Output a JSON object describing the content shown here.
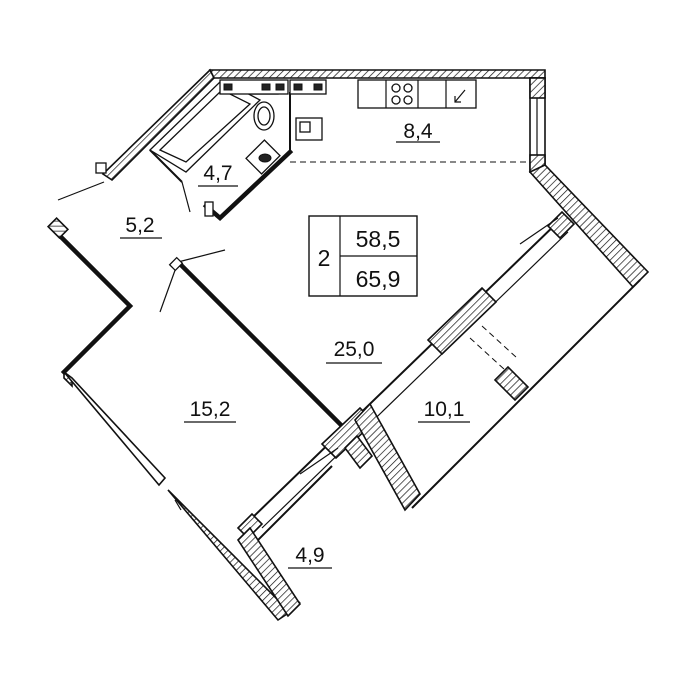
{
  "plan": {
    "rooms_count": "2",
    "living_area": "58,5",
    "total_area": "65,9",
    "rooms": [
      {
        "id": "kitchen",
        "area": "8,4"
      },
      {
        "id": "bathroom",
        "area": "4,7"
      },
      {
        "id": "hallway",
        "area": "5,2"
      },
      {
        "id": "living-room",
        "area": "25,0"
      },
      {
        "id": "bedroom",
        "area": "15,2"
      },
      {
        "id": "balcony-large",
        "area": "10,1"
      },
      {
        "id": "balcony-small",
        "area": "4,9"
      }
    ]
  }
}
